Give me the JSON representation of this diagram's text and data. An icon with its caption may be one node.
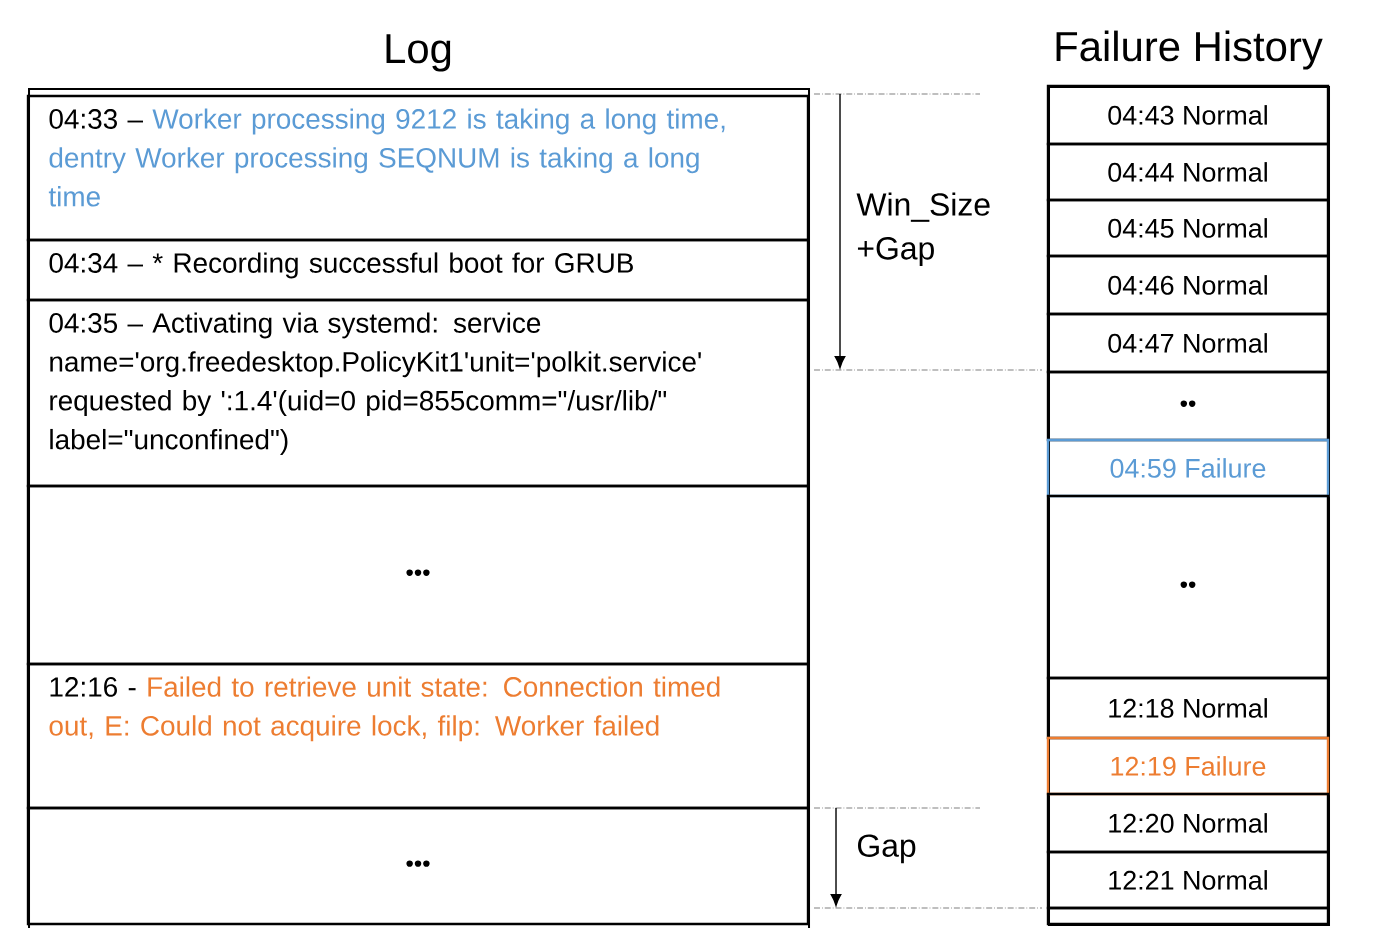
{
  "diagram": {
    "nodes": [
      {
        "text": [
          "Log"
        ]
      },
      {
        "text": [
          "04:33 –",
          "Worker processing 9212 is taking a long time, dentry Worker processing SEQNUM is taking a long time"
        ],
        "in": 0
      },
      {
        "text": [
          "04:34 – * Recording successful boot for GRUB"
        ],
        "in": 0
      },
      {
        "text": [
          "04:35 – Activating via systemd: service name='org.freedesktop.PolicyKit1'unit='polkit.service' requested by ':1.4'(uid=0 pid=855comm=\"/usr/lib/\" label=\"unconfined\")"
        ],
        "in": 0
      },
      {
        "text": [
          "•••"
        ],
        "in": 0
      },
      {
        "text": [
          "12:16 -",
          "Failed to retrieve unit state: Connection timed out, E: Could not acquire lock, filp: Worker failed"
        ],
        "in": 0
      },
      {
        "text": [
          "•••"
        ],
        "in": 0
      },
      {
        "text": [
          "Failure History"
        ]
      },
      {
        "text": [
          "04:43 Normal"
        ],
        "in": 7
      },
      {
        "text": [
          "04:44 Normal"
        ],
        "in": 7
      },
      {
        "text": [
          "04:45 Normal"
        ],
        "in": 7
      },
      {
        "text": [
          "04:46 Normal"
        ],
        "in": 7
      },
      {
        "text": [
          "04:47 Normal"
        ],
        "in": 7
      },
      {
        "text": [
          "••"
        ],
        "in": 7
      },
      {
        "text": [
          "04:59 Failure"
        ],
        "in": 7
      },
      {
        "text": [
          "••"
        ],
        "in": 7
      },
      {
        "text": [
          "12:18 Normal"
        ],
        "in": 7
      },
      {
        "text": [
          "12:19 Failure"
        ],
        "in": 7
      },
      {
        "text": [
          "12:20 Normal"
        ],
        "in": 7
      },
      {
        "text": [
          "12:21 Normal"
        ],
        "in": 7
      },
      {
        "text": [],
        "shape": "box",
        "in": 7
      }
    ],
    "labels": [
      "Win_Size +Gap",
      "Gap"
    ]
  }
}
